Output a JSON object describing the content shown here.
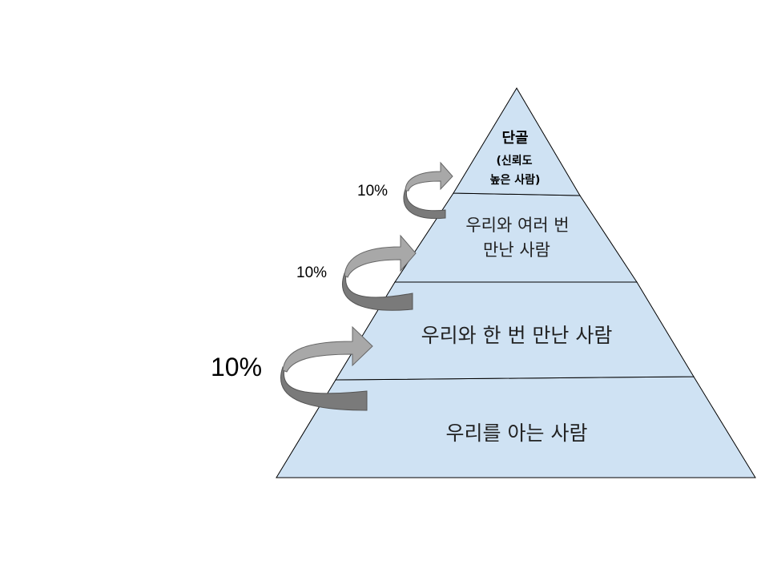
{
  "pyramid": {
    "tiers": [
      {
        "level": "top",
        "lines": [
          "단골",
          "(신뢰도",
          "높은 사람)"
        ]
      },
      {
        "level": "upper-middle",
        "lines": [
          "우리와 여러 번",
          "만난 사람"
        ]
      },
      {
        "level": "lower-middle",
        "lines": [
          "우리와 한 번 만난 사람"
        ]
      },
      {
        "level": "bottom",
        "lines": [
          "우리를 아는 사람"
        ]
      }
    ],
    "fill_color": "#cfe2f3",
    "border_color": "#000000"
  },
  "transitions": [
    {
      "label": "10%",
      "from": "upper-middle",
      "to": "top"
    },
    {
      "label": "10%",
      "from": "lower-middle",
      "to": "upper-middle"
    },
    {
      "label": "10%",
      "from": "bottom",
      "to": "lower-middle"
    }
  ],
  "arrow_colors": {
    "front": "#a8a8a8",
    "back": "#7a7a7a"
  }
}
